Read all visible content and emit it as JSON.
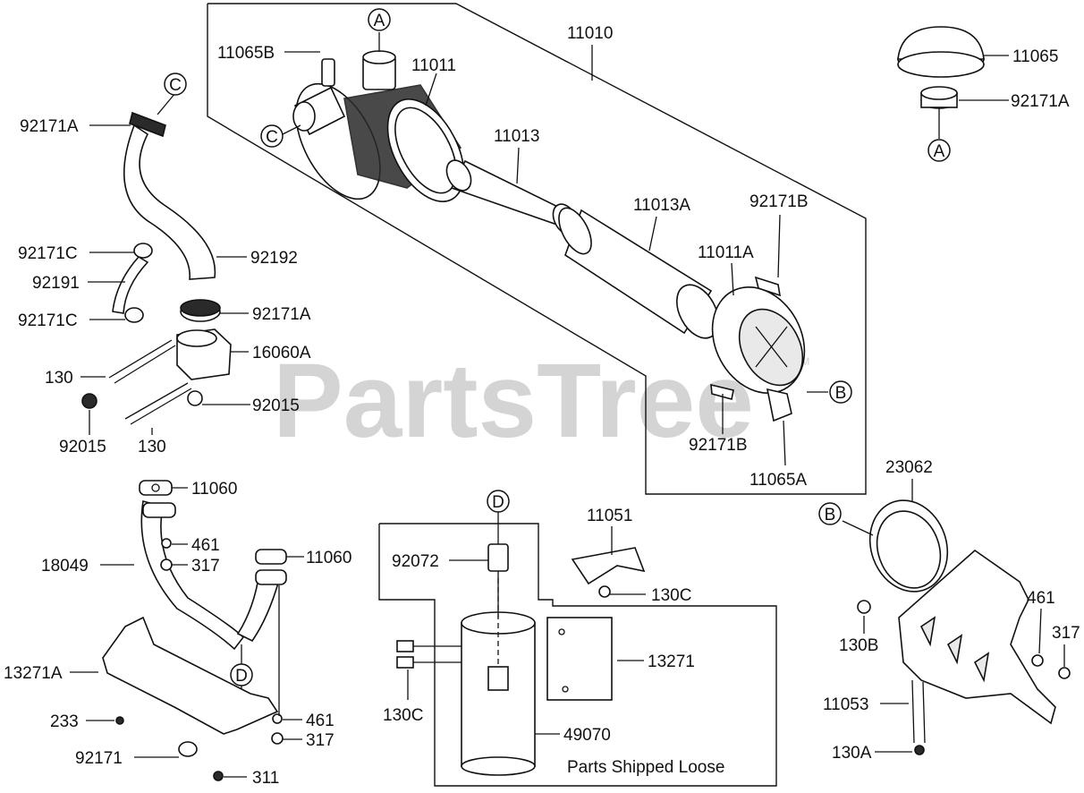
{
  "watermark": {
    "text": "PartsTree",
    "trademark": "TM"
  },
  "footer_note": "Parts Shipped Loose",
  "callouts": [
    {
      "id": "callout-a-top",
      "letter": "A"
    },
    {
      "id": "callout-a-right",
      "letter": "A"
    },
    {
      "id": "callout-b-filter",
      "letter": "B"
    },
    {
      "id": "callout-b-bracket",
      "letter": "B"
    },
    {
      "id": "callout-c-hose",
      "letter": "C"
    },
    {
      "id": "callout-c-housing",
      "letter": "C"
    },
    {
      "id": "callout-d-pipe",
      "letter": "D"
    },
    {
      "id": "callout-d-canister",
      "letter": "D"
    }
  ],
  "part_labels": [
    "11065B",
    "11011",
    "11010",
    "11013",
    "11013A",
    "11011A",
    "92171B",
    "92171B",
    "11065A",
    "11065",
    "92171A",
    "92171A",
    "92171C",
    "92191",
    "92192",
    "92171C",
    "92171A",
    "16060A",
    "130",
    "92015",
    "92015",
    "130",
    "11060",
    "461",
    "317",
    "18049",
    "11060",
    "13271A",
    "461",
    "317",
    "233",
    "92171",
    "311",
    "11051",
    "92072",
    "130C",
    "13271",
    "130C",
    "49070",
    "23062",
    "461",
    "317",
    "130B",
    "11053",
    "130A"
  ],
  "colors": {
    "line": "#111111",
    "watermark": "#d4d4d4",
    "background": "#ffffff"
  }
}
